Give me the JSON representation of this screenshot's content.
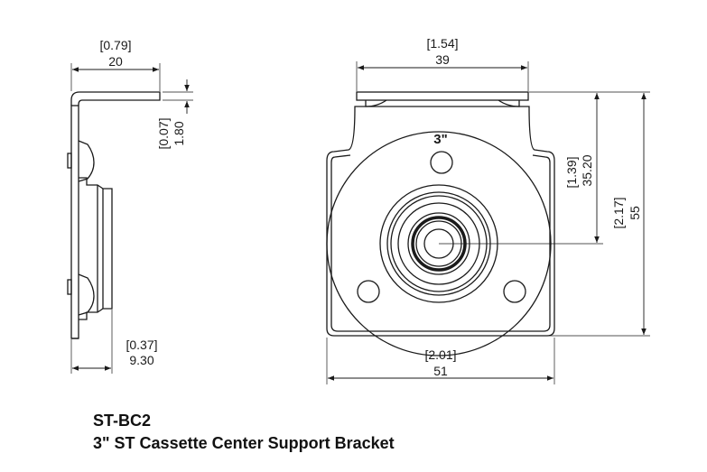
{
  "product": {
    "model": "ST-BC2",
    "name": "3\" ST Cassette Center Support Bracket"
  },
  "side_view": {
    "width_in": "[0.79]",
    "width_mm": "20",
    "thickness_in": "[0.07]",
    "thickness_mm": "1.80",
    "boss_in": "[0.37]",
    "boss_mm": "9.30"
  },
  "front_view": {
    "tab_width_in": "[1.54]",
    "tab_width_mm": "39",
    "center_height_in": "[1.39]",
    "center_height_mm": "35.20",
    "total_height_in": "[2.17]",
    "total_height_mm": "55",
    "width_in": "[2.01]",
    "width_mm": "51",
    "plate_mark": "3\""
  }
}
